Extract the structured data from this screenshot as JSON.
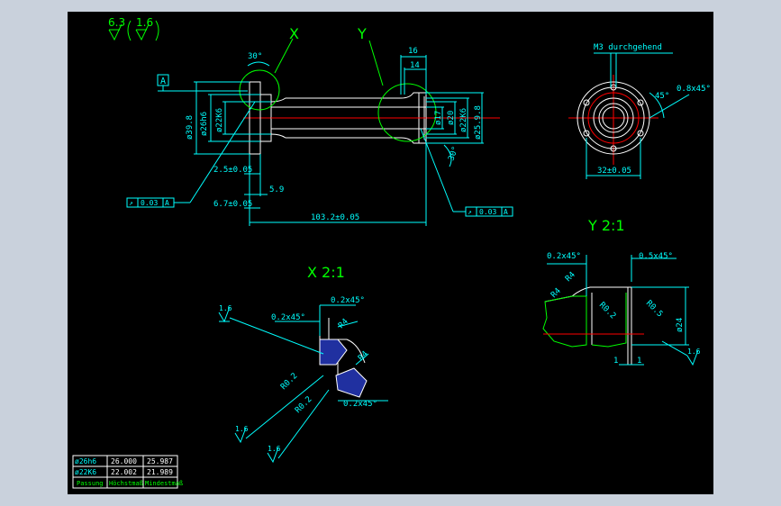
{
  "viewport": {
    "width": 867,
    "height": 562,
    "background": "#c9d1dc"
  },
  "drawing": {
    "background": "#000000",
    "colors": {
      "outline": "#ffffff",
      "dim": "#00ffff",
      "label": "#00ff00",
      "axis": "#ff0000",
      "hatch": "#00ff00",
      "note": "#ffff00"
    },
    "surface_finish": {
      "main": "6.3",
      "secondary": "1.6"
    },
    "view_labels": {
      "x": "X",
      "y": "Y"
    },
    "main_view": {
      "dims": {
        "d39_8": "ø39.8",
        "d26h6": "ø26h6",
        "d22k6_left": "ø22K6",
        "angle_left": "30°",
        "w16": "16",
        "w14": "14",
        "d17": "ø17",
        "d20": "ø20",
        "d22k6_right": "ø22K6",
        "d25": "ø25.9.8",
        "angle_right": "30°",
        "d2_5": "2.5±0.05",
        "d5_9": "5.9",
        "d6_7": "6.7±0.05",
        "d103": "103.2±0.05"
      },
      "datum": "A",
      "tolerance_left": {
        "symbol": "↗",
        "value": "0.03",
        "datum": "A"
      },
      "tolerance_right": {
        "symbol": "↗",
        "value": "0.03",
        "datum": "A"
      }
    },
    "end_view": {
      "note": "M3 durchgehend",
      "chamfer": "0.8x45°",
      "angle": "45°",
      "bolt_circle": "32±0.05"
    },
    "detail_x": {
      "title": "X 2:1",
      "labels": {
        "c1": "0.2x45°",
        "c2": "0.2x45°",
        "c3": "0.2x45°",
        "r4a": "R4",
        "r4b": "R4",
        "r02a": "R0.2",
        "r02b": "R0.2",
        "f1": "1.6",
        "f2": "1.6",
        "f3": "1.6"
      }
    },
    "detail_y": {
      "title": "Y 2:1",
      "labels": {
        "c1": "0.2x45°",
        "c2": "0.5x45°",
        "r4a": "R4",
        "r4b": "R4",
        "r02": "R0.2",
        "r05": "R0.5",
        "d24": "ø24",
        "w1a": "1",
        "w1b": "1",
        "f": "1.6"
      }
    },
    "table": {
      "rows": [
        [
          "ø26h6",
          "26.000",
          "25.987"
        ],
        [
          "ø22K6",
          "22.002",
          "21.989"
        ]
      ],
      "footer": [
        "Passung",
        "Höchstmaß",
        "Mindestmaß"
      ]
    }
  }
}
